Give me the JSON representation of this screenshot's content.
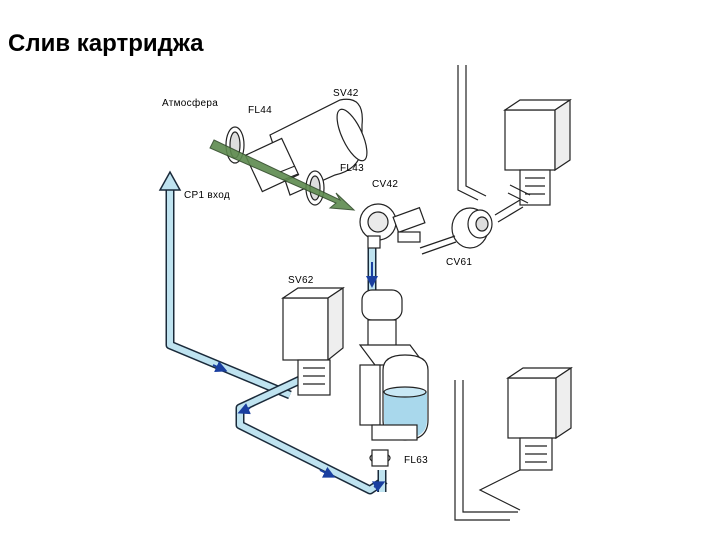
{
  "title": "Слив картриджа",
  "labels": {
    "atmosphere": "Атмосфера",
    "fl44": "FL44",
    "sv42": "SV42",
    "fl43": "FL43",
    "cv42": "CV42",
    "cp1_inlet": "CP1 вход",
    "cv61": "CV61",
    "sv62": "SV62",
    "fl63": "FL63"
  },
  "colors": {
    "pipe_fill": "#bfe3f0",
    "pipe_stroke": "#1a2a3a",
    "flow_arrow": "#1a3fa0",
    "air_arrow": "#5d8a4e",
    "liquid": "#a9d8ec",
    "line": "#222222"
  }
}
